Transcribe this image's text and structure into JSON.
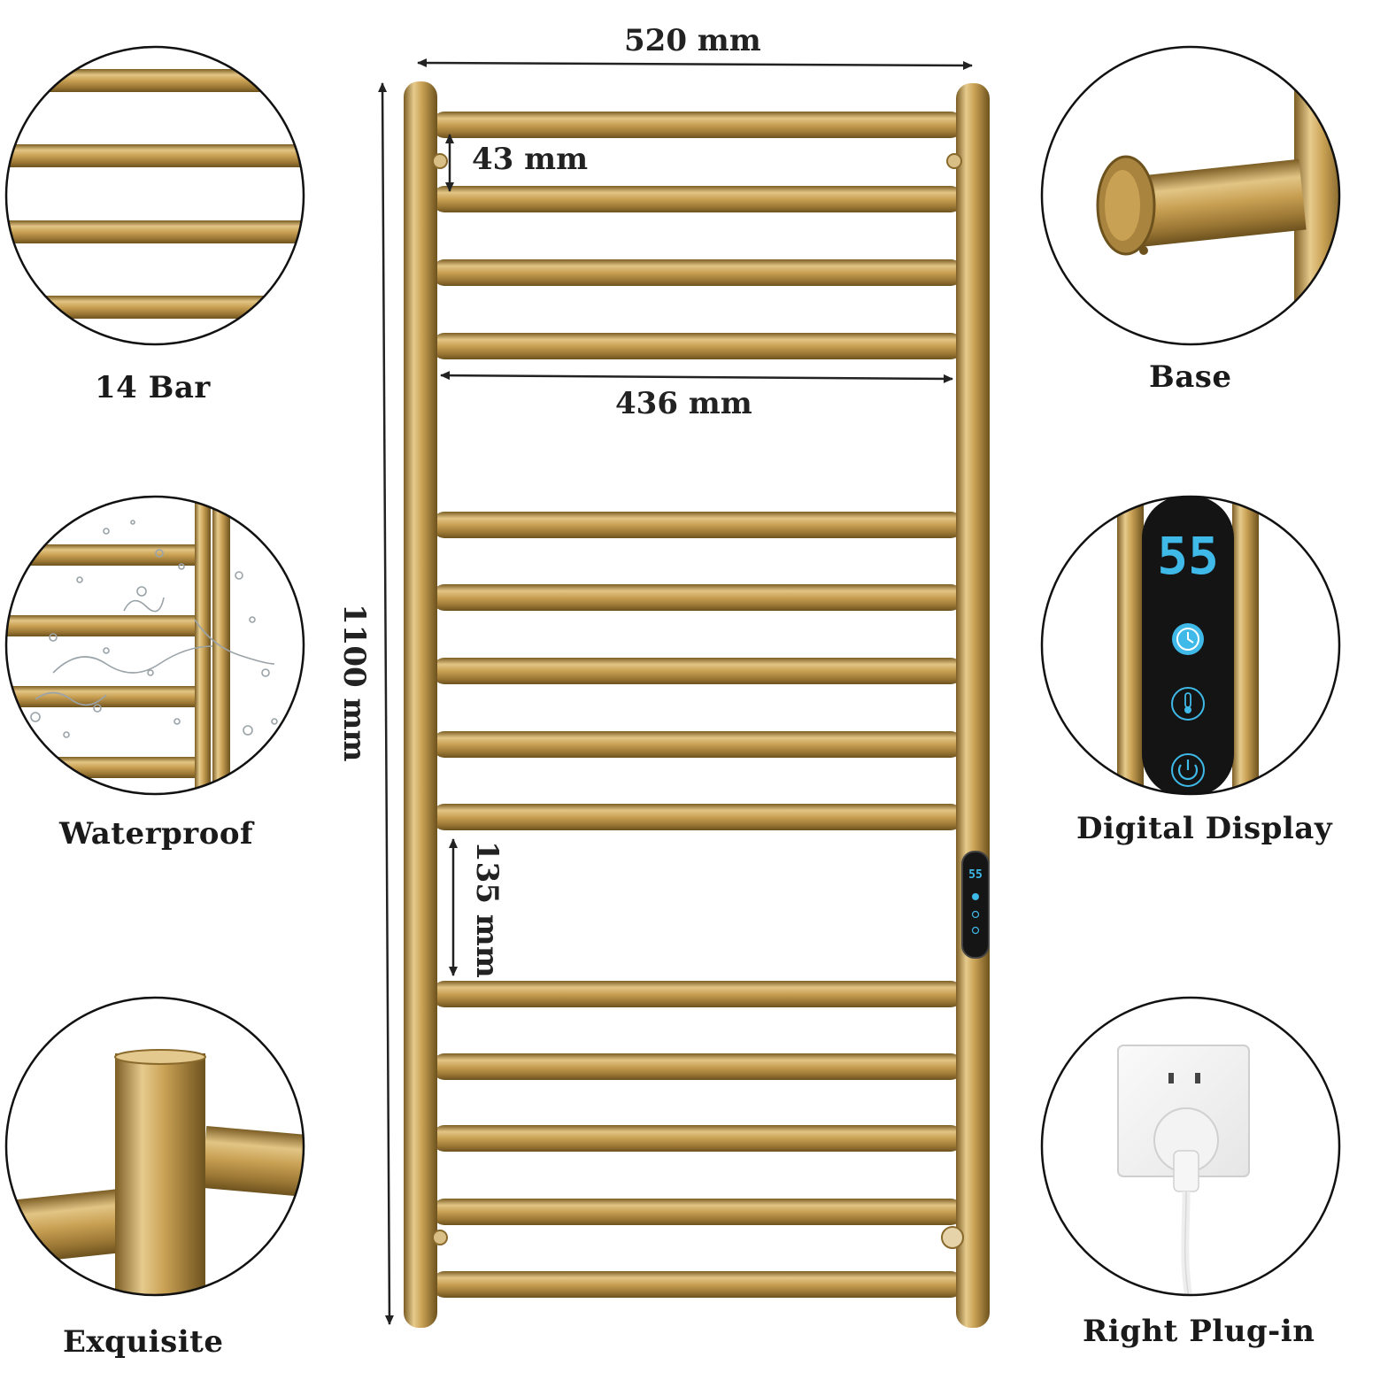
{
  "dimensions": {
    "width": "520 mm",
    "height": "1100 mm",
    "bar_spacing": "43 mm",
    "inner_width": "436 mm",
    "gap": "135 mm"
  },
  "features": [
    {
      "id": "bar",
      "label": "14 Bar"
    },
    {
      "id": "waterproof",
      "label": "Waterproof"
    },
    {
      "id": "exquisite",
      "label": "Exquisite"
    },
    {
      "id": "base",
      "label": "Base"
    },
    {
      "id": "display",
      "label": "Digital Display"
    },
    {
      "id": "plug",
      "label": "Right Plug-in"
    }
  ],
  "display": {
    "temperature": "55"
  },
  "colors": {
    "gold": "#c9a154",
    "gold_dark": "#8a6a2c",
    "gold_light": "#ead3a0",
    "panel": "#141414",
    "led": "#3fb9e8"
  }
}
